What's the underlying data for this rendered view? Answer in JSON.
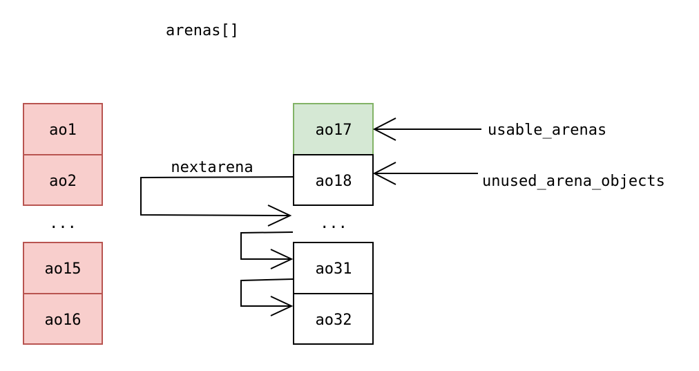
{
  "title": "arenas[]",
  "left_column": {
    "top_cells": [
      "ao1",
      "ao2"
    ],
    "ellipsis": "...",
    "bottom_cells": [
      "ao15",
      "ao16"
    ]
  },
  "right_column": {
    "top_cells": [
      "ao17",
      "ao18"
    ],
    "ellipsis": "...",
    "bottom_cells": [
      "ao31",
      "ao32"
    ]
  },
  "labels": {
    "nextarena": "nextarena",
    "usable_arenas": "usable_arenas",
    "unused_arena_objects": "unused_arena_objects"
  },
  "colors": {
    "used_fill": "#f8cecc",
    "used_stroke": "#b85450",
    "usable_fill": "#d5e8d4",
    "usable_stroke": "#82b366"
  }
}
